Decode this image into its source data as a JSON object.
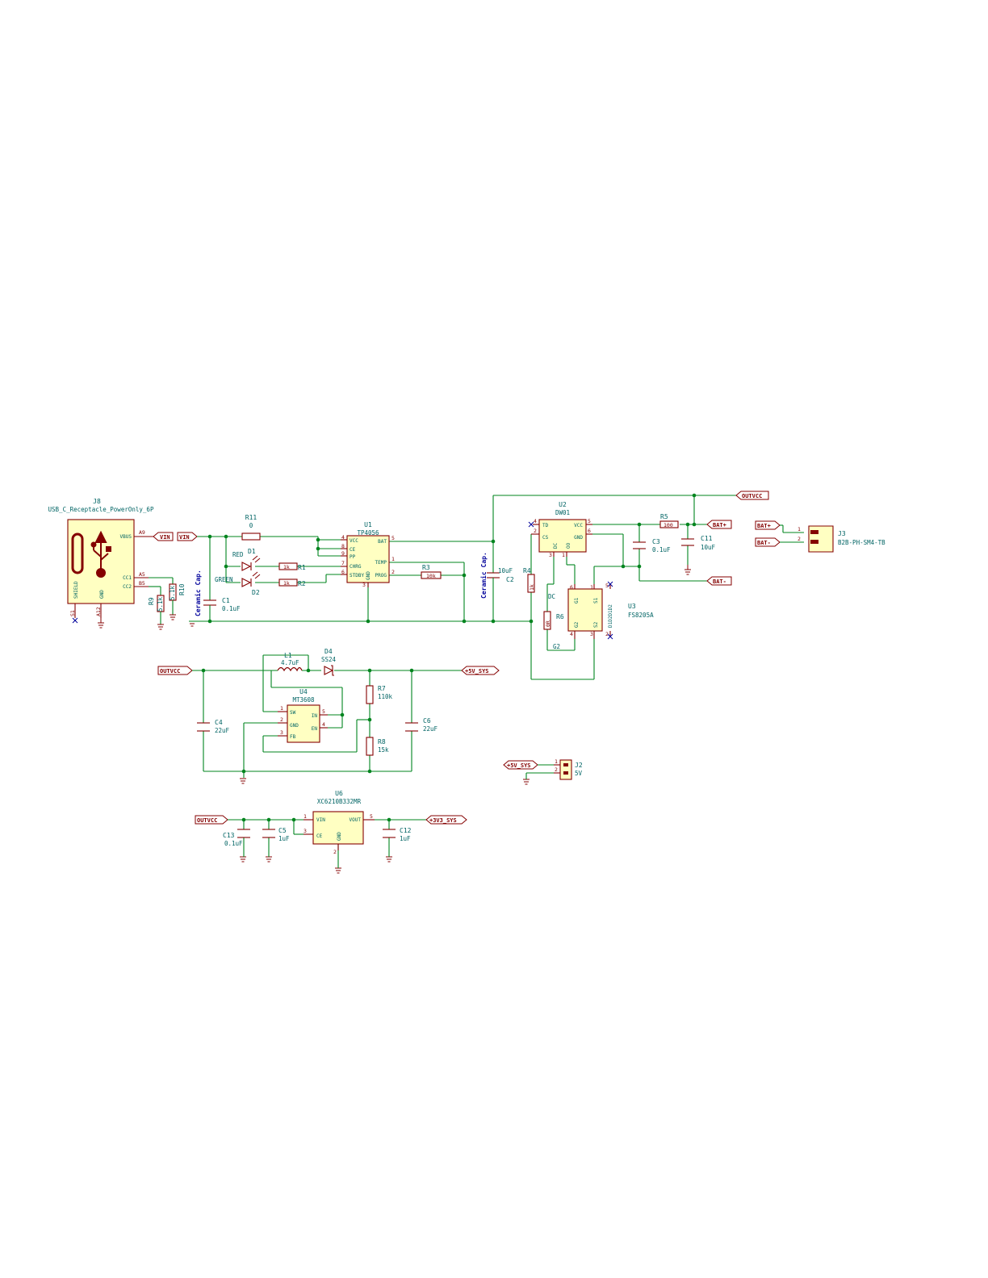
{
  "components": {
    "J8": {
      "ref": "J8",
      "value": "USB_C_Receptacle_PowerOnly_6P",
      "pins": {
        "vbus": "VBUS",
        "cc1": "CC1",
        "cc2": "CC2",
        "shield": "SHIELD",
        "gnd": "GND",
        "a9": "A9",
        "a5": "A5",
        "b5": "B5",
        "s1": "S1",
        "a12": "A12"
      }
    },
    "R9": {
      "ref": "R9",
      "value": "5.1k"
    },
    "R10": {
      "ref": "R10",
      "value": "5.1k"
    },
    "R11": {
      "ref": "R11",
      "value": "0"
    },
    "U1": {
      "ref": "U1",
      "value": "TP4056",
      "pins": {
        "vcc": "VCC",
        "ce": "CE",
        "pp": "PP",
        "chrg": "CHRG",
        "stdby": "STDBY",
        "bat": "BAT",
        "temp": "TEMP",
        "prog": "PROG",
        "gnd": "GND"
      },
      "pin_numbers": [
        "4",
        "8",
        "9",
        "7",
        "6",
        "5",
        "1",
        "2",
        "3"
      ]
    },
    "D1": {
      "ref": "D1",
      "value": "RED"
    },
    "D2": {
      "ref": "D2",
      "value": "GREEN"
    },
    "R1": {
      "ref": "R1",
      "value": "1k"
    },
    "R2": {
      "ref": "R2",
      "value": "1k"
    },
    "R3": {
      "ref": "R3",
      "value": "10k"
    },
    "C1": {
      "ref": "C1",
      "value": "0.1uF"
    },
    "C2": {
      "ref": "C2",
      "value": "10uF"
    },
    "U2": {
      "ref": "U2",
      "value": "DW01",
      "pins": {
        "td": "TD",
        "vcc": "VCC",
        "cs": "CS",
        "gnd": "GND",
        "dc": "DC",
        "oo": "OO"
      },
      "pin_numbers": [
        "4",
        "5",
        "2",
        "6",
        "3",
        "1"
      ]
    },
    "R4": {
      "ref": "R4",
      "value": "1k"
    },
    "R5": {
      "ref": "R5",
      "value": "100"
    },
    "R6": {
      "ref": "R6",
      "value": "0R"
    },
    "C3": {
      "ref": "C3",
      "value": "0.1uF"
    },
    "C11": {
      "ref": "C11",
      "value": "10uF"
    },
    "U3": {
      "ref": "U3",
      "value": "FS8205A",
      "extra": "D1D2D1D2",
      "pins": {
        "g1": "G1",
        "s1": "S1",
        "g2": "G2",
        "s2": "S2"
      },
      "pin_numbers": [
        "6",
        "1",
        "4",
        "3",
        "5",
        "2"
      ]
    },
    "J3": {
      "ref": "J3",
      "value": "B2B-PH-SM4-TB"
    },
    "L1": {
      "ref": "L1",
      "value": "4.7uF"
    },
    "D4": {
      "ref": "D4",
      "value": "SS24"
    },
    "U4": {
      "ref": "U4",
      "value": "MT3608",
      "pins": {
        "sw": "SW",
        "gnd": "GND",
        "fb": "FB",
        "in": "IN",
        "en": "EN"
      },
      "pin_numbers": [
        "1",
        "2",
        "3",
        "5",
        "4"
      ]
    },
    "R7": {
      "ref": "R7",
      "value": "110k"
    },
    "R8": {
      "ref": "R8",
      "value": "15k"
    },
    "C4": {
      "ref": "C4",
      "value": "22uF"
    },
    "C6": {
      "ref": "C6",
      "value": "22uF"
    },
    "J2": {
      "ref": "J2",
      "value": "5V"
    },
    "U6": {
      "ref": "U6",
      "value": "XC6210B332MR",
      "pins": {
        "vin": "VIN",
        "ce": "CE",
        "vout": "VOUT",
        "gnd": "GND"
      },
      "pin_numbers": [
        "1",
        "3",
        "5",
        "2"
      ]
    },
    "C13": {
      "ref": "C13",
      "value": "0.1uF"
    },
    "C5": {
      "ref": "C5",
      "value": "1uF"
    },
    "C12": {
      "ref": "C12",
      "value": "1uF"
    }
  },
  "labels": {
    "vin": "VIN",
    "outvcc": "OUTVCC",
    "bat_plus": "BAT+",
    "bat_minus": "BAT-",
    "v5_sys": "+5V_SYS",
    "v3v3_sys": "+3V3_SYS"
  },
  "nets": {
    "dc": "DC",
    "g2": "G2"
  },
  "notes": {
    "ceramic": "Ceramic Cap."
  },
  "colors": {
    "wire": "#00841e",
    "component": "#840000",
    "body_fill": "#ffffc2",
    "ref_text": "#006464",
    "no_connect": "#00009b"
  }
}
